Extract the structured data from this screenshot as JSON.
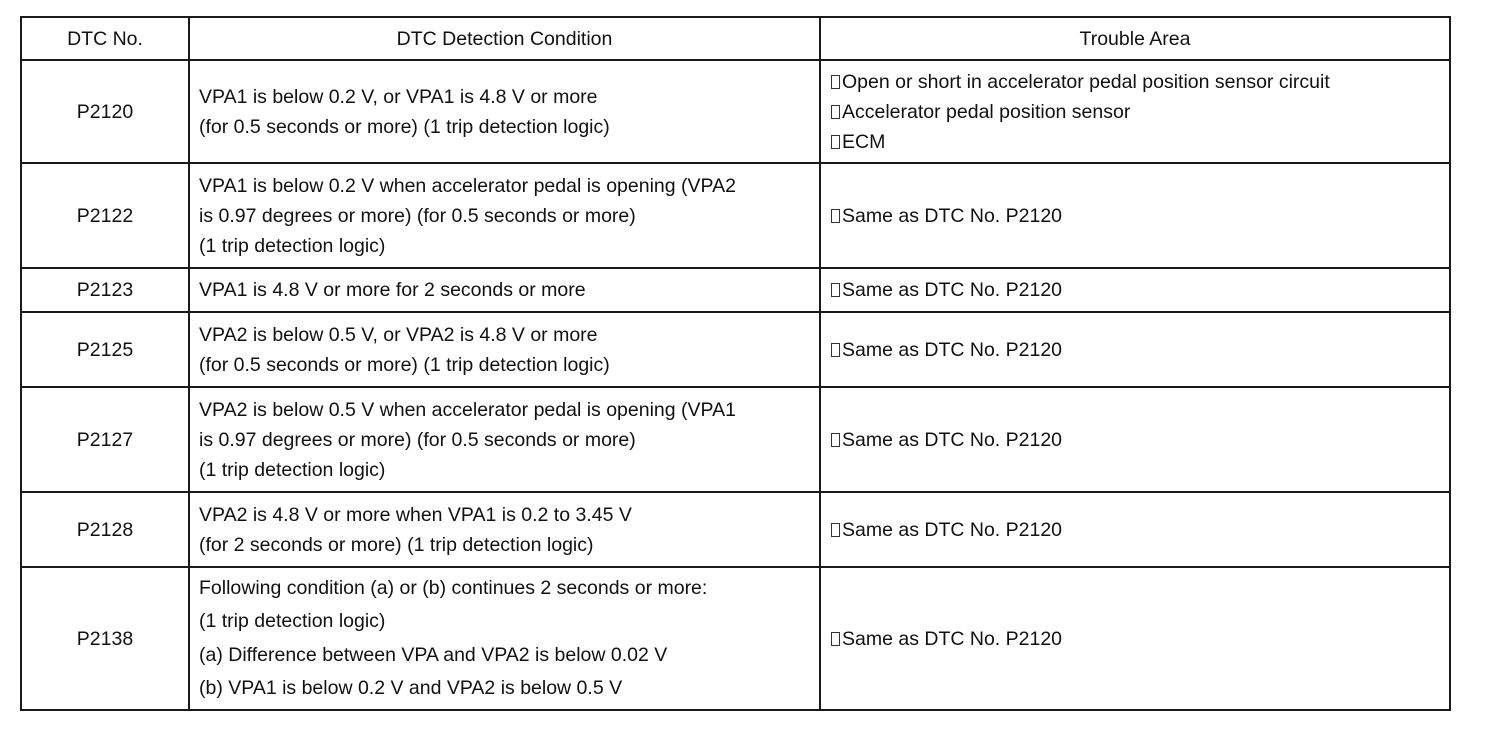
{
  "table": {
    "headers": [
      "DTC No.",
      "DTC Detection Condition",
      "Trouble Area"
    ],
    "rows": [
      {
        "dtc": "P2120",
        "condition": [
          "VPA1 is below 0.2 V, or VPA1 is 4.8 V or more",
          "(for 0.5 seconds or more) (1 trip detection logic)"
        ],
        "trouble_area": [
          "Open or short in accelerator pedal position sensor circuit",
          "Accelerator pedal position sensor",
          "ECM"
        ]
      },
      {
        "dtc": "P2122",
        "condition": [
          "VPA1 is below 0.2 V when accelerator pedal is opening (VPA2",
          "is 0.97 degrees or more) (for 0.5 seconds or more)",
          "(1 trip detection logic)"
        ],
        "trouble_area": [
          "Same as DTC No. P2120"
        ]
      },
      {
        "dtc": "P2123",
        "condition": [
          "VPA1 is 4.8 V or more for 2 seconds or more"
        ],
        "trouble_area": [
          "Same as DTC No. P2120"
        ]
      },
      {
        "dtc": "P2125",
        "condition": [
          "VPA2 is below 0.5 V, or VPA2 is 4.8 V or more",
          "(for 0.5 seconds or more) (1 trip detection logic)"
        ],
        "trouble_area": [
          "Same as DTC No. P2120"
        ]
      },
      {
        "dtc": "P2127",
        "condition": [
          "VPA2 is below 0.5 V when accelerator pedal is opening (VPA1",
          "is 0.97 degrees or more) (for 0.5 seconds or more)",
          "(1 trip detection logic)"
        ],
        "trouble_area": [
          "Same as DTC No. P2120"
        ]
      },
      {
        "dtc": "P2128",
        "condition": [
          "VPA2 is 4.8 V or more when VPA1 is 0.2 to 3.45 V",
          "(for 2 seconds or more) (1 trip detection logic)"
        ],
        "trouble_area": [
          "Same as DTC No. P2120"
        ]
      },
      {
        "dtc": "P2138",
        "condition": [
          "Following condition (a) or (b) continues 2 seconds or more:",
          "(1 trip detection logic)",
          "(a) Difference between VPA and VPA2 is below 0.02 V",
          "(b) VPA1 is below 0.2 V and VPA2 is below 0.5 V"
        ],
        "trouble_area": [
          "Same as DTC No. P2120"
        ]
      }
    ]
  }
}
